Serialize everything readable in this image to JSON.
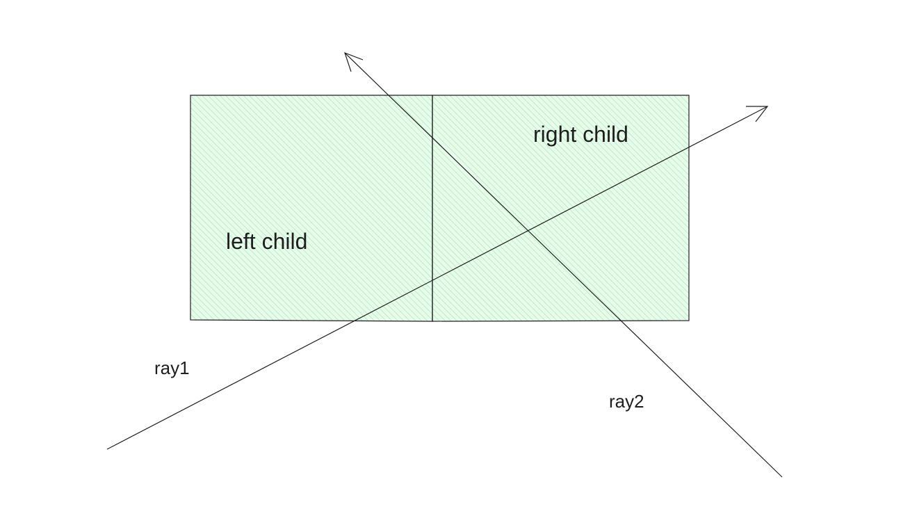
{
  "diagram": {
    "left_child_label": "left child",
    "right_child_label": "right child",
    "ray1_label": "ray1",
    "ray2_label": "ray2"
  },
  "colors": {
    "fill": "#d3f9d8",
    "hatch": "#b2f2bb",
    "stroke": "#1e1e1e",
    "background": "#ffffff"
  }
}
